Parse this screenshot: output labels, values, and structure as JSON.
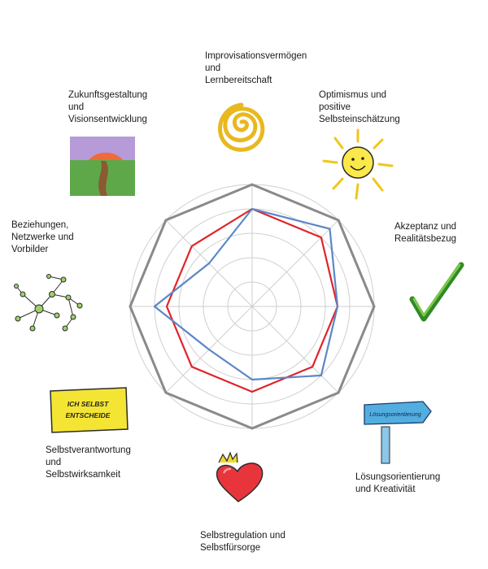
{
  "chart_data": {
    "type": "radar",
    "axes": [
      "Improvisationsvermögen\nund\nLernbereitschaft",
      "Optimismus und\npositive\nSelbsteinschätzung",
      "Akzeptanz und\nRealitätsbezug",
      "Lösungsorientierung\nund Kreativität",
      "Selbstregulation und\nSelbstfürsorge",
      "Selbstverantwortung\nund\nSelbstwirksamkeit",
      "Beziehungen,\nNetzwerke und\nVorbilder",
      "Zukunftsgestaltung\nund\nVisionsentwicklung"
    ],
    "rmax": 10,
    "rings": 5,
    "grid": true,
    "series": [
      {
        "values": [
          8,
          8,
          7,
          7,
          7,
          7,
          7,
          7
        ],
        "color": "#e0242a"
      },
      {
        "values": [
          8,
          9,
          7,
          8,
          6,
          5,
          8,
          5
        ],
        "color": "#5b87c6"
      }
    ],
    "outer_color": "#8a8a8a",
    "grid_color": "#cfcfcf"
  },
  "sign_text": "ICH SELBST\nENTSCHEIDE",
  "arrow_text": "Lösungsorientierung"
}
